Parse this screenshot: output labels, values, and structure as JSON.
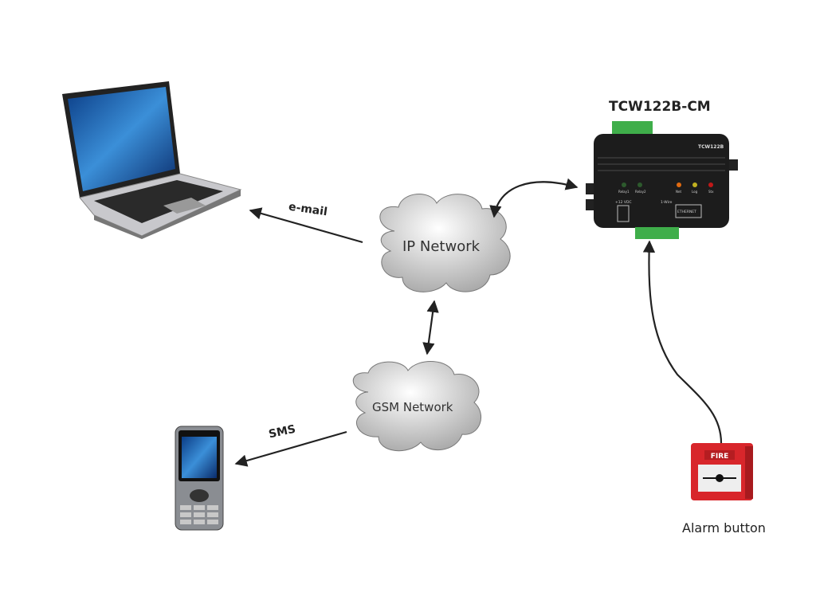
{
  "nodes": {
    "laptop": {
      "icon": "laptop-icon"
    },
    "ip_network": {
      "label": "IP Network",
      "icon": "cloud-icon"
    },
    "gsm_network": {
      "label": "GSM Network",
      "icon": "cloud-icon"
    },
    "device": {
      "title": "TCW122B-CM",
      "face_label": "TCW122B",
      "leds": [
        "Relay1",
        "Relay2",
        "Net",
        "Log",
        "Stx"
      ],
      "power_label": "+12 VDC",
      "port_label": "ETHERNET",
      "bus_label": "1-Wire",
      "icon": "controller-device-icon"
    },
    "phone": {
      "icon": "mobile-phone-icon"
    },
    "alarm": {
      "label": "Alarm button",
      "sign": "FIRE",
      "icon": "fire-alarm-button-icon"
    }
  },
  "edges": {
    "email": {
      "label": "e-mail"
    },
    "sms": {
      "label": "SMS"
    }
  },
  "colors": {
    "arrow": "#222222",
    "device_body": "#1c1c1c",
    "terminal_green": "#3fae4a",
    "alarm_red": "#d8262b"
  }
}
